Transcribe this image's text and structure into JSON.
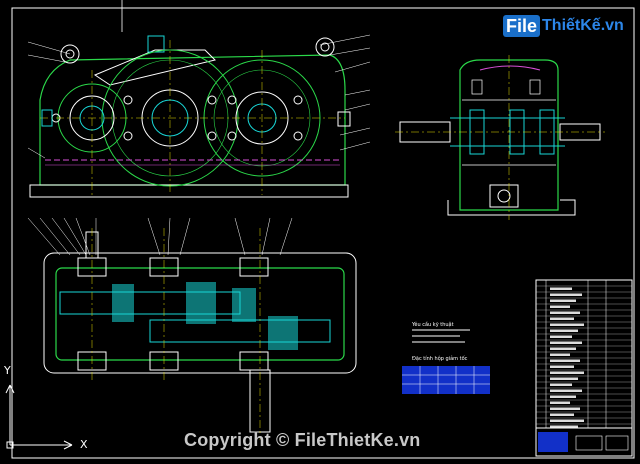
{
  "watermark": {
    "logo_prefix": "File",
    "logo_suffix": "ThiếtKế.vn",
    "copyright": "Copyright © FileThietKe.vn"
  },
  "axes": {
    "x_label": "X",
    "y_label": "Y"
  },
  "notes": {
    "tech_req": "Yêu cầu kỹ thuật",
    "table_title": "Đặc tính hộp giảm tốc"
  },
  "colors": {
    "background": "#000000",
    "green": "#2bd94a",
    "cyan": "#18d6d6",
    "yellow": "#e8e000",
    "magenta": "#d94fd9",
    "white": "#ffffff",
    "blue_table": "#1230c8",
    "logo_blue": "#1a6fc9"
  }
}
